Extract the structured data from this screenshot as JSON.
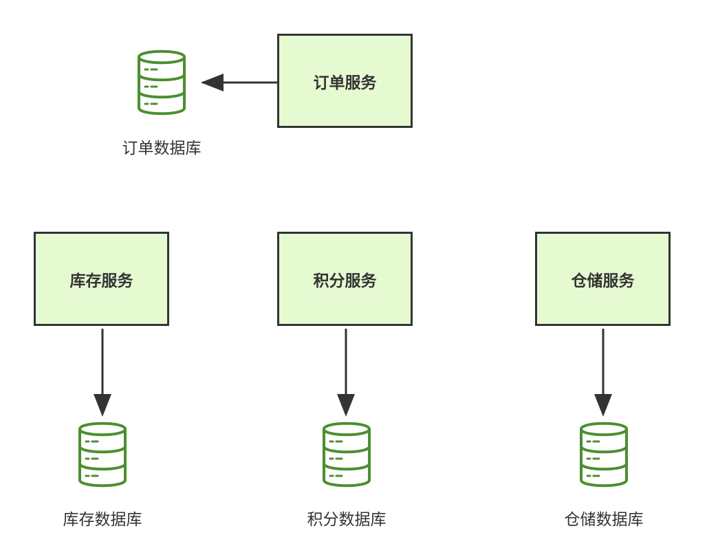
{
  "colors": {
    "service_fill": "#e6fad2",
    "border": "#333333",
    "db_icon": "#4b8f2f",
    "text": "#333333"
  },
  "services": [
    {
      "label": "订单服务"
    },
    {
      "label": "库存服务"
    },
    {
      "label": "积分服务"
    },
    {
      "label": "仓储服务"
    }
  ],
  "databases": [
    {
      "label": "订单数据库",
      "icon": "database-icon"
    },
    {
      "label": "库存数据库",
      "icon": "database-icon"
    },
    {
      "label": "积分数据库",
      "icon": "database-icon"
    },
    {
      "label": "仓储数据库",
      "icon": "database-icon"
    }
  ]
}
